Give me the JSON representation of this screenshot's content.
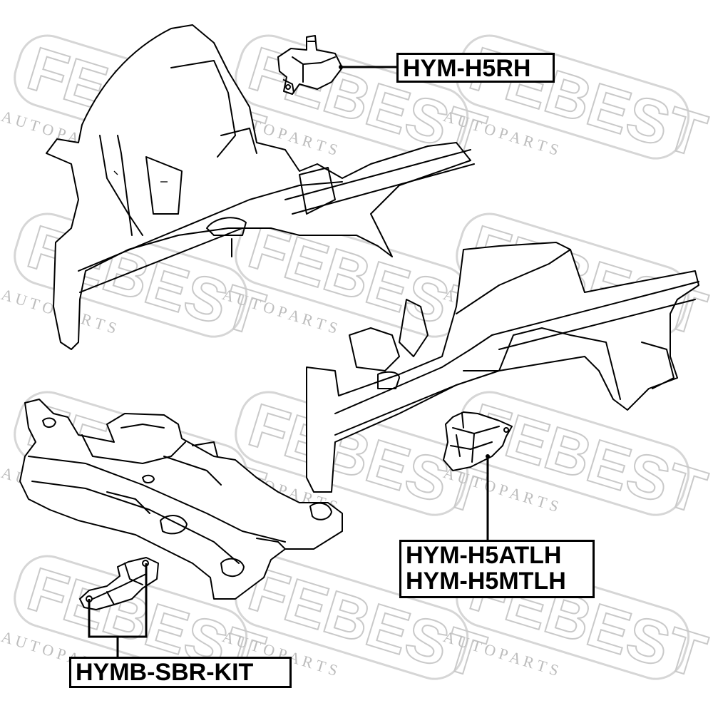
{
  "watermark": {
    "brand": "FEBEST",
    "tagline": "A U T O   P A R T S"
  },
  "labels": {
    "rh_mount": "HYM-H5RH",
    "lh_mount_line1": "HYM-H5ATLH",
    "lh_mount_line2": "HYM-H5MTLH",
    "rear_mount": "HYMB-SBR-KIT"
  },
  "colors": {
    "line": "#000000",
    "watermark": "#c9c9c9",
    "background": "#ffffff"
  }
}
